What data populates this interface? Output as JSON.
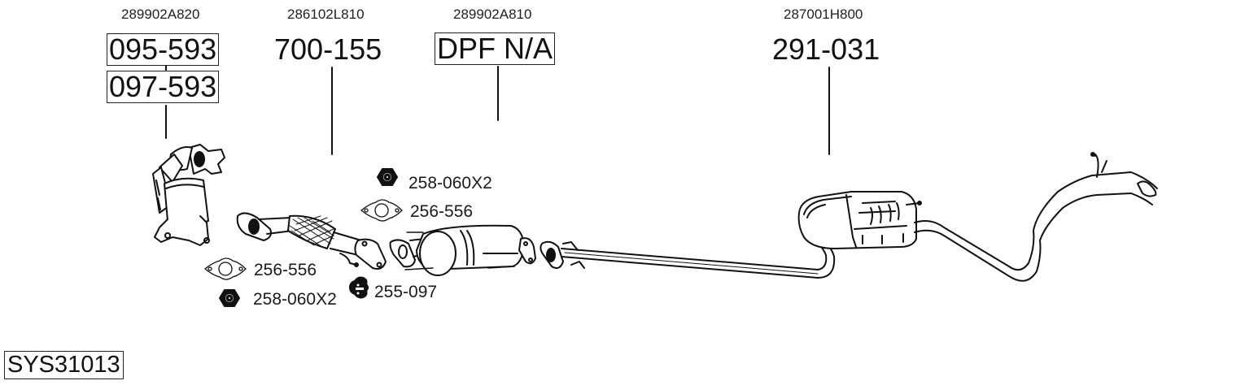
{
  "diagram": {
    "type": "exhaust-system-parts-diagram",
    "system_id": "SYS31013",
    "groups": [
      {
        "oem_number": "289902A820",
        "parts": [
          "095-593",
          "097-593"
        ],
        "boxed": true,
        "component": "catalytic-converter"
      },
      {
        "oem_number": "286102L810",
        "parts": [
          "700-155"
        ],
        "boxed": false,
        "component": "flex-front-pipe"
      },
      {
        "oem_number": "289902A810",
        "parts": [
          "DPF N/A"
        ],
        "boxed": true,
        "component": "diesel-particulate-filter"
      },
      {
        "oem_number": "287001H800",
        "parts": [
          "291-031"
        ],
        "boxed": false,
        "component": "rear-silencer-with-tailpipe"
      }
    ],
    "accessories": [
      {
        "part": "258-060X2",
        "icon": "hex-nut-icon",
        "location": "upper-middle"
      },
      {
        "part": "256-556",
        "icon": "gasket-icon",
        "location": "upper-middle"
      },
      {
        "part": "256-556",
        "icon": "gasket-icon",
        "location": "lower-left"
      },
      {
        "part": "258-060X2",
        "icon": "hex-nut-icon",
        "location": "lower-left"
      },
      {
        "part": "255-097",
        "icon": "rubber-mount-icon",
        "location": "lower-middle"
      }
    ],
    "colors": {
      "line": "#111111",
      "background": "#ffffff"
    }
  }
}
